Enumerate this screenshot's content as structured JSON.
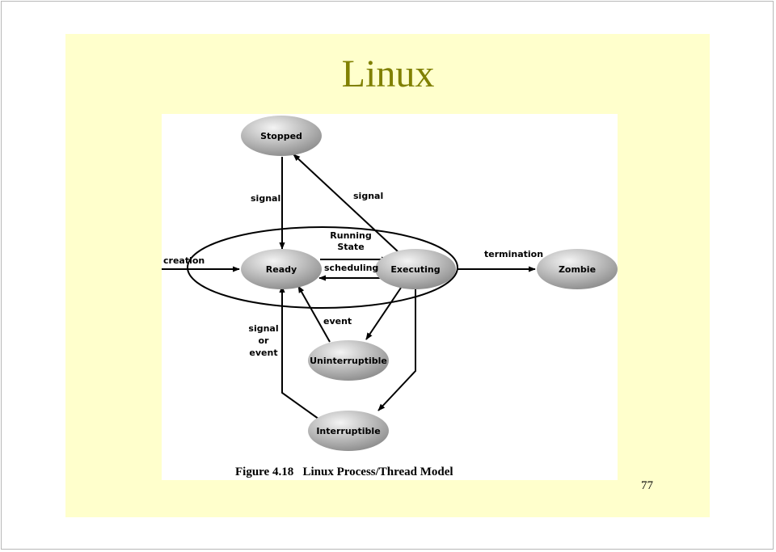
{
  "slide": {
    "title": "Linux",
    "page_number": "77"
  },
  "figure": {
    "caption_number": "Figure 4.18",
    "caption_title": "Linux Process/Thread Model"
  },
  "diagram": {
    "states": {
      "stopped": "Stopped",
      "ready": "Ready",
      "executing": "Executing",
      "zombie": "Zombie",
      "uninterruptible": "Uninterruptible",
      "interruptible": "Interruptible"
    },
    "group_label": [
      "Running",
      "State"
    ],
    "edges": {
      "stopped_to_ready": "signal",
      "executing_to_stopped": "signal",
      "creation": "creation",
      "scheduling": "scheduling",
      "termination": "termination",
      "uninterruptible_event": "event",
      "interruptible_signal": [
        "signal",
        "or",
        "event"
      ]
    },
    "colors": {
      "node_light": "#f4f4f4",
      "node_dark": "#8a8a8a",
      "line": "#000000"
    }
  }
}
